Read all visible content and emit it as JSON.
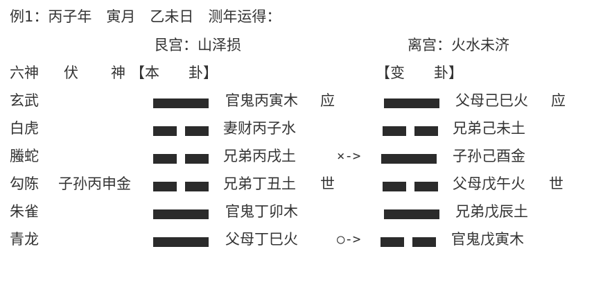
{
  "header": {
    "intro": "例1：丙子年　寅月　乙未日　测年运得："
  },
  "palaces": {
    "ben": "艮宫：山泽损",
    "bian": "离宫：火水未济"
  },
  "columns": {
    "six_gods": "六神",
    "fu": "伏",
    "shen": "神",
    "ben_gua": "【本　　卦】",
    "bian_gua": "【变　　卦】"
  },
  "rows": [
    {
      "god": "玄武",
      "fu_shen": "",
      "ben_line": "yang",
      "ben_text": "官鬼丙寅木",
      "ben_mark": "应",
      "move": "",
      "bian_line": "yang",
      "bian_text": "父母己巳火",
      "bian_mark": "应"
    },
    {
      "god": "白虎",
      "fu_shen": "",
      "ben_line": "yin",
      "ben_text": "妻财丙子水",
      "ben_mark": "",
      "move": "",
      "bian_line": "yin",
      "bian_text": "兄弟己未土",
      "bian_mark": ""
    },
    {
      "god": "螣蛇",
      "fu_shen": "",
      "ben_line": "yin",
      "ben_text": "兄弟丙戌土",
      "ben_mark": "",
      "move": "×->",
      "bian_line": "yang",
      "bian_text": "子孙己酉金",
      "bian_mark": ""
    },
    {
      "god": "勾陈",
      "fu_shen": "子孙丙申金",
      "ben_line": "yin",
      "ben_text": "兄弟丁丑土",
      "ben_mark": "世",
      "move": "",
      "bian_line": "yin",
      "bian_text": "父母戊午火",
      "bian_mark": "世"
    },
    {
      "god": "朱雀",
      "fu_shen": "",
      "ben_line": "yang",
      "ben_text": "官鬼丁卯木",
      "ben_mark": "",
      "move": "",
      "bian_line": "yang",
      "bian_text": "兄弟戊辰土",
      "bian_mark": ""
    },
    {
      "god": "青龙",
      "fu_shen": "",
      "ben_line": "yang",
      "ben_text": "父母丁巳火",
      "ben_mark": "",
      "move": "○->",
      "bian_line": "yin",
      "bian_text": "官鬼戊寅木",
      "bian_mark": ""
    }
  ]
}
